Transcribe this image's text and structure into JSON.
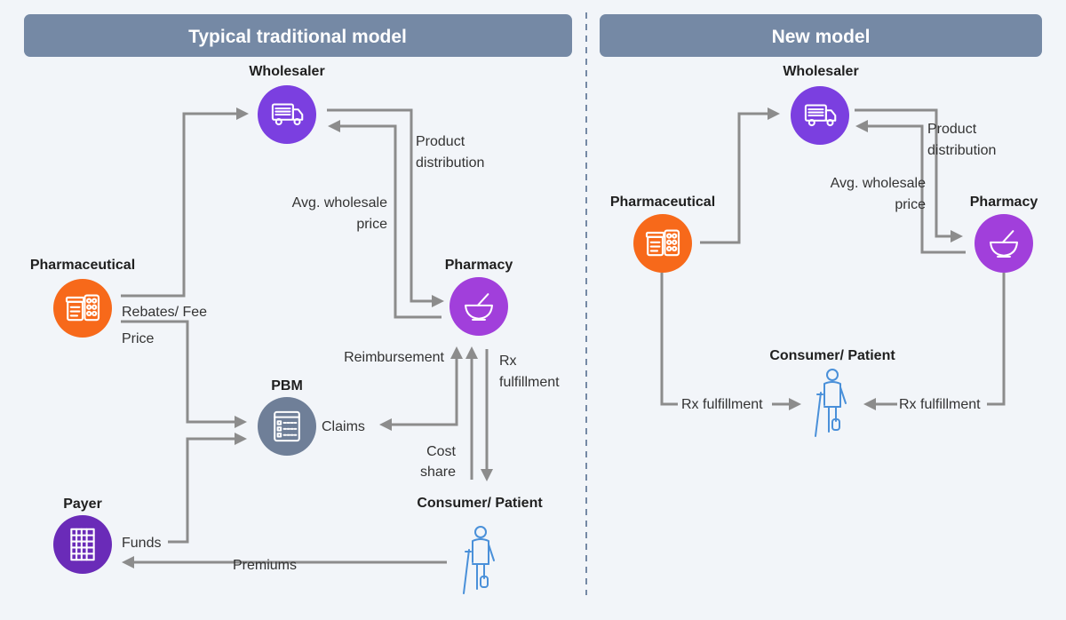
{
  "colors": {
    "header_bg": "#7589a5",
    "wholesaler": "#7b3fe0",
    "pharmacy": "#a13fdb",
    "pharmaceutical": "#f7691a",
    "pbm": "#6f7f98",
    "payer": "#6a2bb8",
    "patient": "#4a90d9",
    "arrow": "#8c8c8c"
  },
  "icons": {
    "wholesaler": "delivery-truck",
    "pharmacy": "mortar-and-pestle",
    "pharmaceutical": "pill-bottle-and-blister-pack",
    "pbm": "checklist",
    "payer": "building",
    "consumer_patient": "patient-with-crutch"
  },
  "traditional": {
    "header": "Typical traditional model",
    "nodes": {
      "wholesaler": "Wholesaler",
      "pharmaceutical": "Pharmaceutical",
      "pharmacy": "Pharmacy",
      "pbm": "PBM",
      "payer": "Payer",
      "consumer_patient": "Consumer/ Patient"
    },
    "labels": {
      "product_distribution_1": "Product",
      "product_distribution_2": "distribution",
      "avg_wholesale_price_1": "Avg. wholesale",
      "avg_wholesale_price_2": "price",
      "rebates_fee": "Rebates/ Fee",
      "price": "Price",
      "reimbursement": "Reimbursement",
      "rx_fulfillment_1": "Rx",
      "rx_fulfillment_2": "fulfillment",
      "claims": "Claims",
      "cost_share_1": "Cost",
      "cost_share_2": "share",
      "funds": "Funds",
      "premiums": "Premiums"
    }
  },
  "new_model": {
    "header": "New model",
    "nodes": {
      "wholesaler": "Wholesaler",
      "pharmaceutical": "Pharmaceutical",
      "pharmacy": "Pharmacy",
      "consumer_patient": "Consumer/ Patient"
    },
    "labels": {
      "product_distribution_1": "Product",
      "product_distribution_2": "distribution",
      "avg_wholesale_price_1": "Avg. wholesale",
      "avg_wholesale_price_2": "price",
      "rx_fulfillment_left": "Rx fulfillment",
      "rx_fulfillment_right": "Rx fulfillment"
    }
  }
}
